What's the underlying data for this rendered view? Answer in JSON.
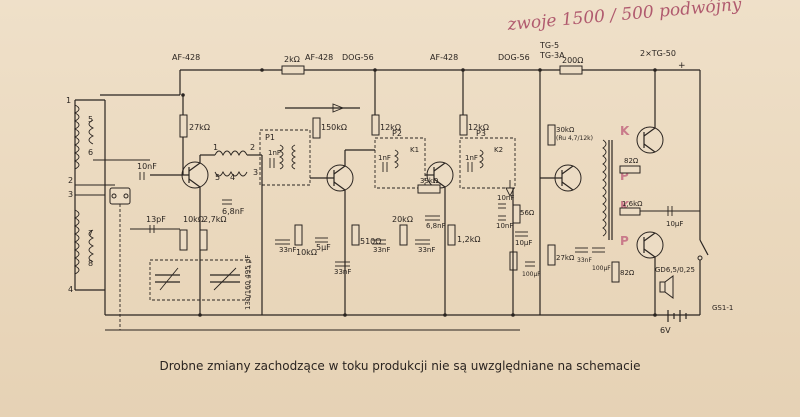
{
  "handwritten_note": "zwoje 1500 / 500 podwójny",
  "caption": "Drobne zmiany zachodzące w toku produkcji nie są uwzględniane na schemacie",
  "transistors": [
    "AF-428",
    "AF-428",
    "DOG-56",
    "AF-428",
    "DOG-56",
    "TG-5",
    "TG-3A",
    "2×TG-50"
  ],
  "resistors": [
    "2kΩ",
    "200Ω",
    "27kΩ",
    "150kΩ",
    "12kΩ",
    "12kΩ",
    "10kΩ",
    "2,7kΩ",
    "10kΩ",
    "510Ω",
    "20kΩ",
    "39kΩ",
    "1,2kΩ",
    "56Ω",
    "30kΩ",
    "27kΩ",
    "82Ω",
    "1,6kΩ",
    "82Ω"
  ],
  "capacitors": [
    "10nF",
    "13pF",
    "6,8nF",
    "33nF",
    "5μF",
    "33nF",
    "33nF",
    "33nF",
    "6,8nF",
    "10nF",
    "10nF",
    "10μF",
    "100μF",
    "33nF",
    "100μF",
    "10μF",
    "1nF",
    "1nF",
    "1nF"
  ],
  "trimmer_label": "130/160 495 pF",
  "transformer_labels": [
    "P1",
    "P2",
    "P3",
    "K1",
    "K2",
    "K",
    "P",
    "K",
    "P"
  ],
  "pins": [
    "1",
    "2",
    "3",
    "4",
    "5",
    "6",
    "7",
    "8",
    "1",
    "2",
    "3",
    "4",
    "5"
  ],
  "ptc": "(Ru 4,7/12k)",
  "thermistor": "GD6,5/0,25",
  "battery": "6V",
  "switch": "GS1-1",
  "plus_mark": "+"
}
